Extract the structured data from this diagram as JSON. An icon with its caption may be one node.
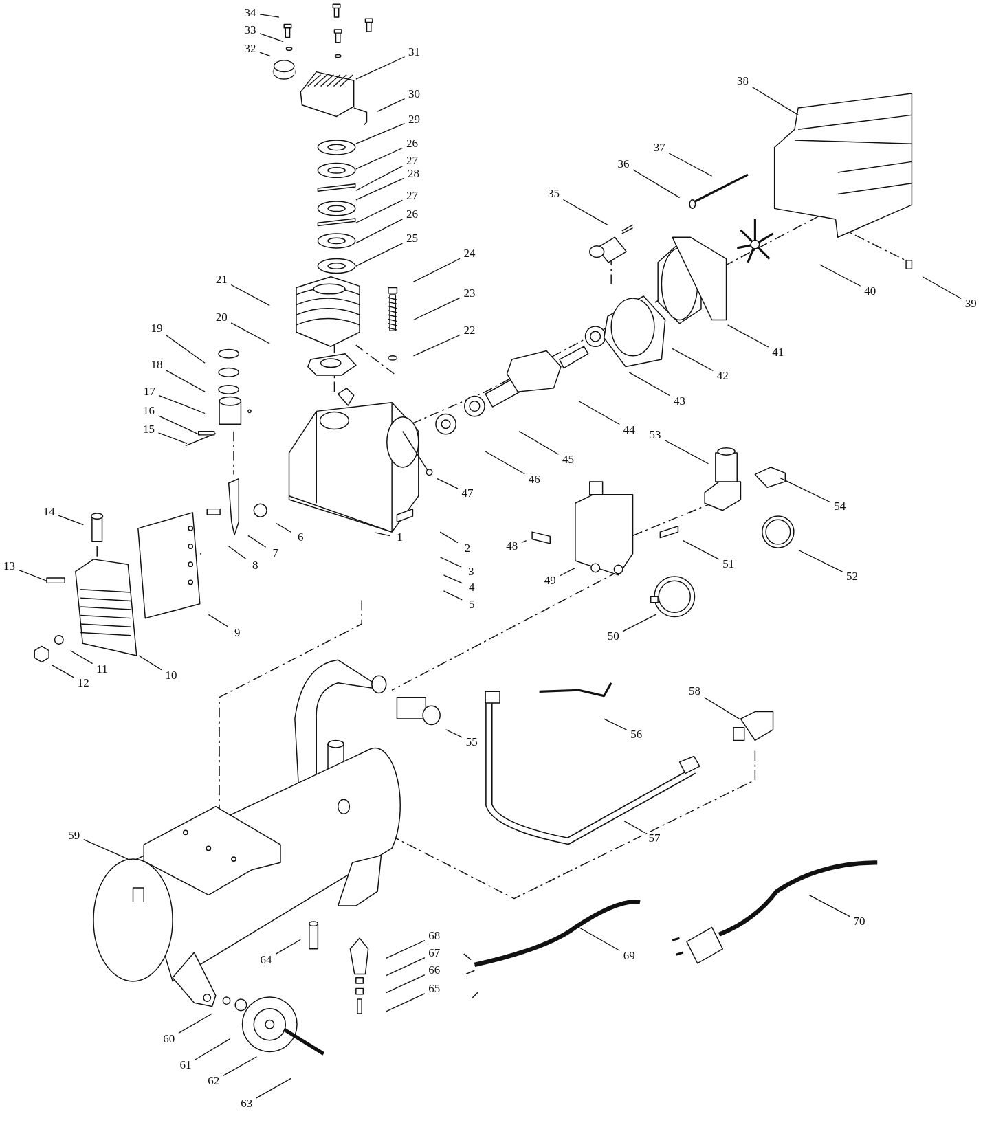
{
  "diagram": {
    "nodes": [
      {
        "text": [
          "34"
        ]
      },
      {
        "text": [
          "33"
        ]
      },
      {
        "text": [
          "32"
        ]
      },
      {
        "text": [
          "31"
        ]
      },
      {
        "text": [
          "30"
        ]
      },
      {
        "text": [
          "29"
        ]
      },
      {
        "text": [
          "26"
        ]
      },
      {
        "text": [
          "27"
        ]
      },
      {
        "text": [
          "28"
        ]
      },
      {
        "text": [
          "27"
        ]
      },
      {
        "text": [
          "26"
        ]
      },
      {
        "text": [
          "25"
        ]
      },
      {
        "text": [
          "24"
        ]
      },
      {
        "text": [
          "23"
        ]
      },
      {
        "text": [
          "22"
        ]
      },
      {
        "text": [
          "21"
        ]
      },
      {
        "text": [
          "20"
        ]
      },
      {
        "text": [
          "19"
        ]
      },
      {
        "text": [
          "18"
        ]
      },
      {
        "text": [
          "17"
        ]
      },
      {
        "text": [
          "16"
        ]
      },
      {
        "text": [
          "15"
        ]
      },
      {
        "text": [
          "14"
        ]
      },
      {
        "text": [
          "13"
        ]
      },
      {
        "text": [
          "12"
        ]
      },
      {
        "text": [
          "11"
        ]
      },
      {
        "text": [
          "10"
        ]
      },
      {
        "text": [
          "9"
        ]
      },
      {
        "text": [
          "8"
        ]
      },
      {
        "text": [
          "7"
        ]
      },
      {
        "text": [
          "6"
        ]
      },
      {
        "text": [
          "1"
        ]
      },
      {
        "text": [
          "2"
        ]
      },
      {
        "text": [
          "3"
        ]
      },
      {
        "text": [
          "4"
        ]
      },
      {
        "text": [
          "5"
        ]
      },
      {
        "text": [
          "47"
        ]
      },
      {
        "text": [
          "46"
        ]
      },
      {
        "text": [
          "45"
        ]
      },
      {
        "text": [
          "44"
        ]
      },
      {
        "text": [
          "43"
        ]
      },
      {
        "text": [
          "42"
        ]
      },
      {
        "text": [
          "41"
        ]
      },
      {
        "text": [
          "40"
        ]
      },
      {
        "text": [
          "39"
        ]
      },
      {
        "text": [
          "38"
        ]
      },
      {
        "text": [
          "37"
        ]
      },
      {
        "text": [
          "36"
        ]
      },
      {
        "text": [
          "35"
        ]
      },
      {
        "text": [
          "53"
        ]
      },
      {
        "text": [
          "54"
        ]
      },
      {
        "text": [
          "52"
        ]
      },
      {
        "text": [
          "51"
        ]
      },
      {
        "text": [
          "48"
        ]
      },
      {
        "text": [
          "49"
        ]
      },
      {
        "text": [
          "50"
        ]
      },
      {
        "text": [
          "55"
        ]
      },
      {
        "text": [
          "56"
        ]
      },
      {
        "text": [
          "57"
        ]
      },
      {
        "text": [
          "58"
        ]
      },
      {
        "text": [
          "59"
        ]
      },
      {
        "text": [
          "60"
        ]
      },
      {
        "text": [
          "61"
        ]
      },
      {
        "text": [
          "62"
        ]
      },
      {
        "text": [
          "63"
        ]
      },
      {
        "text": [
          "64"
        ]
      },
      {
        "text": [
          "68"
        ]
      },
      {
        "text": [
          "67"
        ]
      },
      {
        "text": [
          "66"
        ]
      },
      {
        "text": [
          "65"
        ]
      },
      {
        "text": [
          "69"
        ]
      },
      {
        "text": [
          "70"
        ]
      }
    ],
    "edges": [
      {
        "from": 0,
        "to": null,
        "arrow": "none"
      },
      {
        "from": 1,
        "to": null,
        "arrow": "none"
      },
      {
        "from": 2,
        "to": null,
        "arrow": "none"
      },
      {
        "from": 3,
        "to": null,
        "arrow": "none"
      },
      {
        "from": 4,
        "to": null,
        "arrow": "none"
      },
      {
        "from": 5,
        "to": null,
        "arrow": "none"
      },
      {
        "from": 6,
        "to": null,
        "arrow": "none"
      },
      {
        "from": 7,
        "to": null,
        "arrow": "none"
      },
      {
        "from": 8,
        "to": null,
        "arrow": "none"
      },
      {
        "from": 9,
        "to": null,
        "arrow": "none"
      },
      {
        "from": 10,
        "to": null,
        "arrow": "none"
      },
      {
        "from": 11,
        "to": null,
        "arrow": "none"
      },
      {
        "from": 12,
        "to": null,
        "arrow": "none"
      },
      {
        "from": 13,
        "to": null,
        "arrow": "none"
      },
      {
        "from": 14,
        "to": null,
        "arrow": "none"
      },
      {
        "from": 15,
        "to": null,
        "arrow": "none"
      },
      {
        "from": 16,
        "to": null,
        "arrow": "none"
      },
      {
        "from": 17,
        "to": null,
        "arrow": "none"
      },
      {
        "from": 18,
        "to": null,
        "arrow": "none"
      },
      {
        "from": 19,
        "to": null,
        "arrow": "none"
      },
      {
        "from": 20,
        "to": null,
        "arrow": "none"
      },
      {
        "from": 21,
        "to": null,
        "arrow": "none"
      },
      {
        "from": 22,
        "to": null,
        "arrow": "none"
      },
      {
        "from": 23,
        "to": null,
        "arrow": "none"
      },
      {
        "from": 24,
        "to": null,
        "arrow": "none"
      },
      {
        "from": 25,
        "to": null,
        "arrow": "none"
      },
      {
        "from": 26,
        "to": null,
        "arrow": "none"
      },
      {
        "from": 27,
        "to": null,
        "arrow": "none"
      },
      {
        "from": 28,
        "to": null,
        "arrow": "none"
      },
      {
        "from": 29,
        "to": null,
        "arrow": "none"
      },
      {
        "from": 30,
        "to": null,
        "arrow": "none"
      },
      {
        "from": 31,
        "to": null,
        "arrow": "none"
      },
      {
        "from": 32,
        "to": null,
        "arrow": "none"
      },
      {
        "from": 33,
        "to": null,
        "arrow": "none"
      },
      {
        "from": 34,
        "to": null,
        "arrow": "none"
      },
      {
        "from": 35,
        "to": null,
        "arrow": "none"
      },
      {
        "from": 36,
        "to": null,
        "arrow": "none"
      },
      {
        "from": 37,
        "to": null,
        "arrow": "none"
      },
      {
        "from": 38,
        "to": null,
        "arrow": "none"
      },
      {
        "from": 39,
        "to": null,
        "arrow": "none"
      },
      {
        "from": 40,
        "to": null,
        "arrow": "none"
      },
      {
        "from": 41,
        "to": null,
        "arrow": "none"
      },
      {
        "from": 42,
        "to": null,
        "arrow": "none"
      },
      {
        "from": 43,
        "to": null,
        "arrow": "none"
      },
      {
        "from": 44,
        "to": null,
        "arrow": "none"
      },
      {
        "from": 45,
        "to": null,
        "arrow": "none"
      },
      {
        "from": 46,
        "to": null,
        "arrow": "none"
      },
      {
        "from": 47,
        "to": null,
        "arrow": "none"
      },
      {
        "from": 48,
        "to": null,
        "arrow": "none"
      },
      {
        "from": 49,
        "to": null,
        "arrow": "none"
      },
      {
        "from": 50,
        "to": null,
        "arrow": "none"
      },
      {
        "from": 51,
        "to": null,
        "arrow": "none"
      },
      {
        "from": 52,
        "to": null,
        "arrow": "none"
      },
      {
        "from": 53,
        "to": null,
        "arrow": "none"
      },
      {
        "from": 54,
        "to": null,
        "arrow": "none"
      },
      {
        "from": 55,
        "to": null,
        "arrow": "none"
      },
      {
        "from": 56,
        "to": null,
        "arrow": "none"
      },
      {
        "from": 57,
        "to": null,
        "arrow": "none"
      },
      {
        "from": 58,
        "to": null,
        "arrow": "none"
      },
      {
        "from": 59,
        "to": null,
        "arrow": "none"
      },
      {
        "from": 60,
        "to": null,
        "arrow": "none"
      },
      {
        "from": 61,
        "to": null,
        "arrow": "none"
      },
      {
        "from": 62,
        "to": null,
        "arrow": "none"
      },
      {
        "from": 63,
        "to": null,
        "arrow": "none"
      },
      {
        "from": 64,
        "to": null,
        "arrow": "none"
      },
      {
        "from": 65,
        "to": null,
        "arrow": "none"
      },
      {
        "from": 66,
        "to": null,
        "arrow": "none"
      },
      {
        "from": 67,
        "to": null,
        "arrow": "none"
      },
      {
        "from": 68,
        "to": null,
        "arrow": "none"
      },
      {
        "from": 69,
        "to": null,
        "arrow": "none"
      },
      {
        "from": 70,
        "to": null,
        "arrow": "none"
      },
      {
        "from": 71,
        "to": null,
        "arrow": "none"
      }
    ]
  }
}
